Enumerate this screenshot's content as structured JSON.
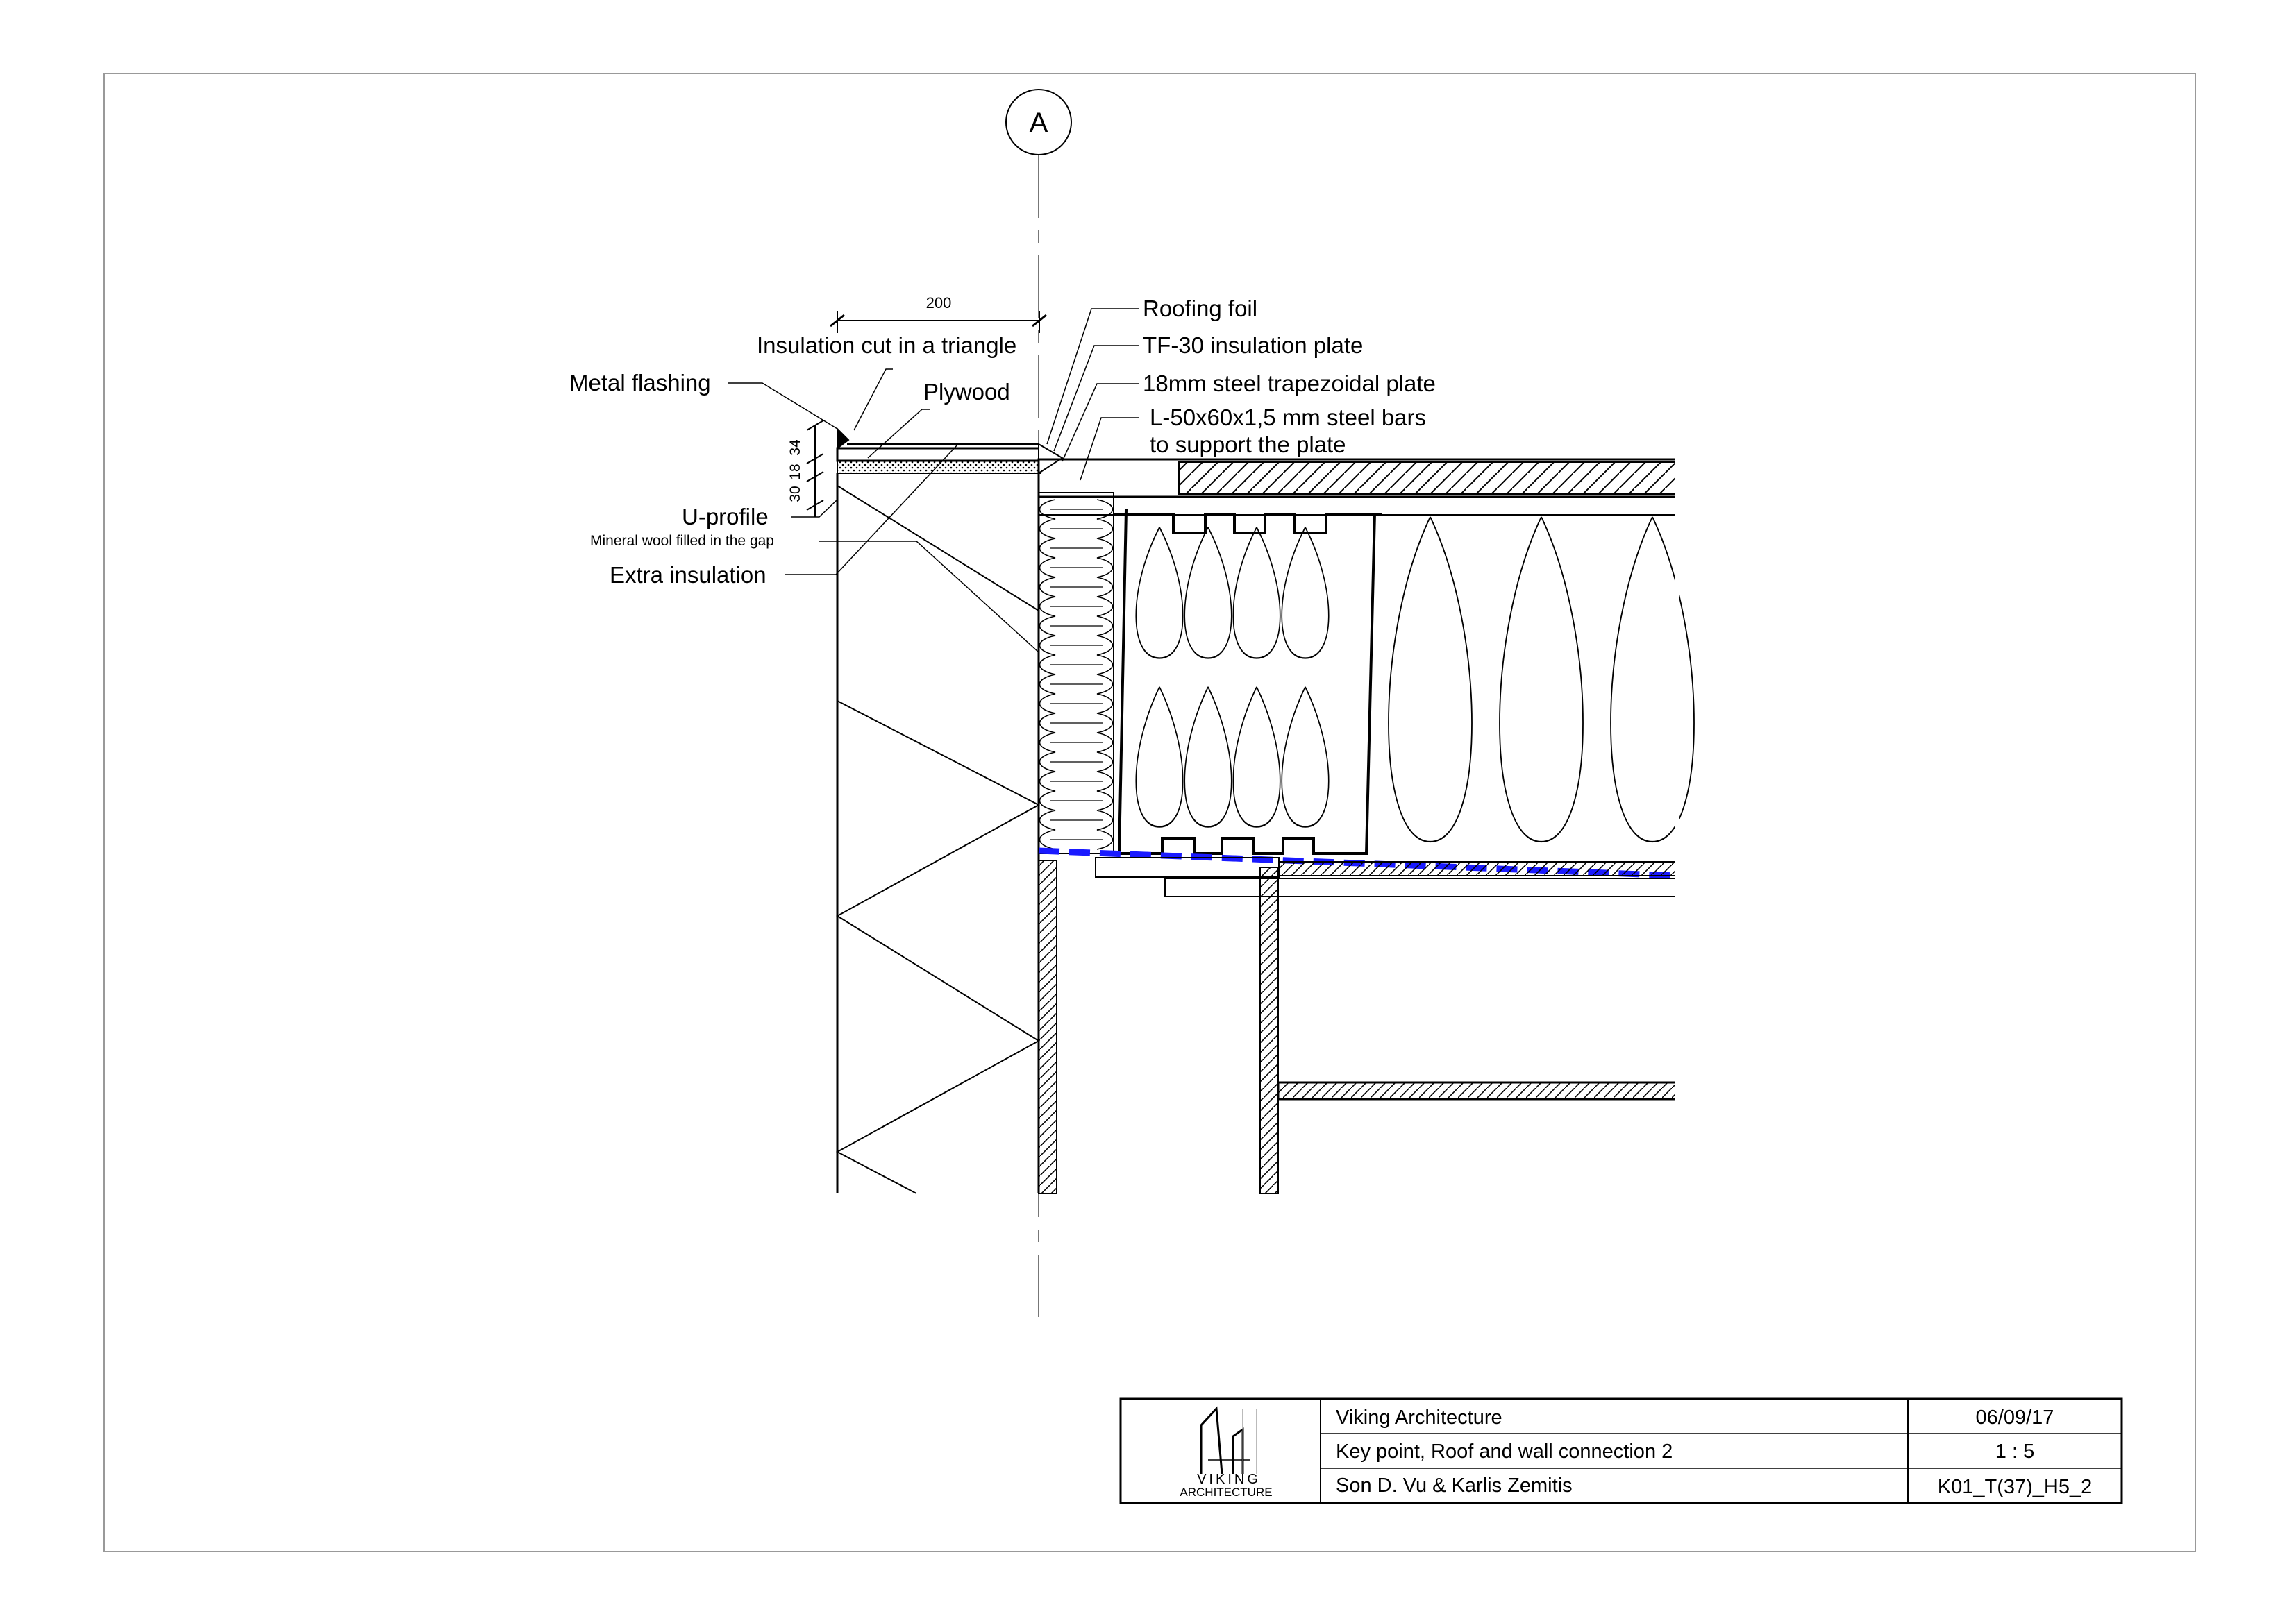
{
  "grid_axis": {
    "label": "A"
  },
  "dimensions": {
    "overall": "200",
    "v1": "34",
    "v2": "18",
    "v3": "30"
  },
  "labels": {
    "roofing_foil": "Roofing foil",
    "tf30": "TF-30 insulation plate",
    "trapezoidal": "18mm steel trapezoidal plate",
    "steel_bars_1": "L-50x60x1,5 mm steel bars",
    "steel_bars_2": "to support the plate",
    "insulation_triangle": "Insulation cut in a triangle",
    "metal_flashing": "Metal flashing",
    "plywood": "Plywood",
    "u_profile": "U-profile",
    "mineral_wool": "Mineral wool filled in the gap",
    "extra_insulation": "Extra insulation"
  },
  "title_block": {
    "company": "Viking Architecture",
    "title": "Key point, Roof and wall connection 2",
    "authors": "Son D. Vu  & Karlis Zemitis",
    "date": "06/09/17",
    "scale": "1 : 5",
    "code": "K01_T(37)_H5_2",
    "logo_top": "VIKING",
    "logo_bottom": "ARCHITECTURE"
  },
  "colors": {
    "vapor_barrier": "#1a1aff",
    "line": "#000000",
    "frame": "#999999"
  }
}
